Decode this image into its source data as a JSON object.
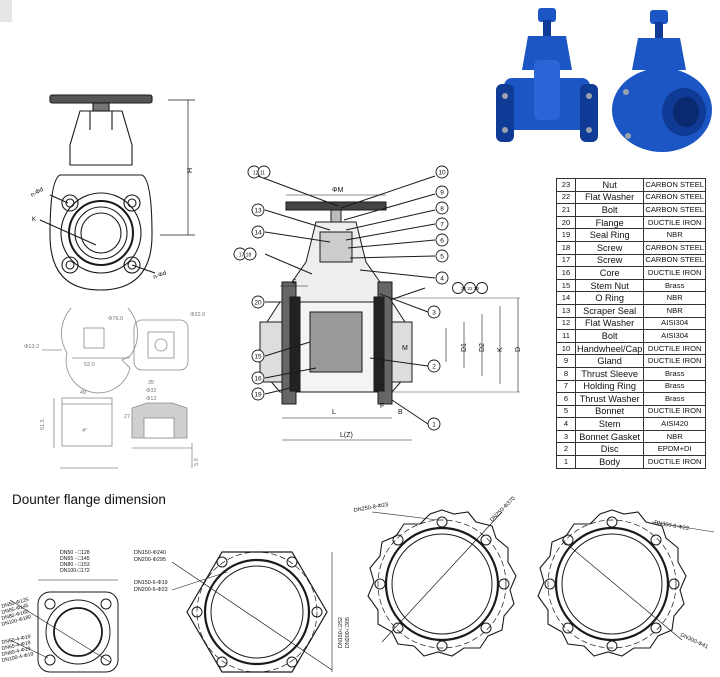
{
  "section_title": "Dounter flange dimension",
  "parts_table": {
    "rows": [
      {
        "no": "23",
        "name": "Nut",
        "material": "CARBON STEEL"
      },
      {
        "no": "22",
        "name": "Flat Washer",
        "material": "CARBON STEEL"
      },
      {
        "no": "21",
        "name": "Bolt",
        "material": "CARBON STEEL"
      },
      {
        "no": "20",
        "name": "Flange",
        "material": "DUCTILE IRON"
      },
      {
        "no": "19",
        "name": "Seal Ring",
        "material": "NBR"
      },
      {
        "no": "18",
        "name": "Screw",
        "material": "CARBON STEEL"
      },
      {
        "no": "17",
        "name": "Screw",
        "material": "CARBON STEEL"
      },
      {
        "no": "16",
        "name": "Core",
        "material": "DUCTILE IRON"
      },
      {
        "no": "15",
        "name": "Stem Nut",
        "material": "Brass"
      },
      {
        "no": "14",
        "name": "O Ring",
        "material": "NBR"
      },
      {
        "no": "13",
        "name": "Scraper Seal",
        "material": "NBR"
      },
      {
        "no": "12",
        "name": "Flat Washer",
        "material": "AISI304"
      },
      {
        "no": "11",
        "name": "Bolt",
        "material": "AISI304"
      },
      {
        "no": "10",
        "name": "Handwheel/Cap",
        "material": "DUCTILE IRON"
      },
      {
        "no": "9",
        "name": "Gland",
        "material": "DUCTILE IRON"
      },
      {
        "no": "8",
        "name": "Thrust Sleeve",
        "material": "Brass"
      },
      {
        "no": "7",
        "name": "Holding Ring",
        "material": "Brass"
      },
      {
        "no": "6",
        "name": "Thrust Washer",
        "material": "Brass"
      },
      {
        "no": "5",
        "name": "Bonnet",
        "material": "DUCTILE IRON"
      },
      {
        "no": "4",
        "name": "Stem",
        "material": "AISI420"
      },
      {
        "no": "3",
        "name": "Bonnet Gasket",
        "material": "NBR"
      },
      {
        "no": "2",
        "name": "Disc",
        "material": "EPDM+DI"
      },
      {
        "no": "1",
        "name": "Body",
        "material": "DUCTILE IRON"
      }
    ]
  },
  "drawing_labels": {
    "height_h": "H",
    "nd_top": "n-Φd",
    "nd_bottom": "n-Φd",
    "k_label": "K",
    "dia_760": "Φ76.0",
    "dia_320": "Φ32.0",
    "dia_132": "Φ13.2",
    "dim_520": "52.0",
    "dim_49": "49",
    "dim_35": "35",
    "dim_32": "Φ32",
    "dim_12": "Φ12",
    "dim_515": "51.5",
    "dim_50": "5.0",
    "dim_4": "4°",
    "dim_27": "27",
    "phi_m": "ΦM",
    "dim_s": "S",
    "dim_b": "B",
    "dim_f": "F",
    "dim_l": "L",
    "dim_l1": "L(Z)",
    "dim_d": "D",
    "dim_k": "K",
    "dim_d2": "D2",
    "dim_d1": "D1",
    "dim_m": "M",
    "callouts": {
      "c10": "10",
      "c9": "9",
      "c8": "8",
      "c7": "7",
      "c6": "6",
      "c5": "5",
      "c4": "4",
      "c3": "3",
      "c2": "2",
      "c1": "1",
      "c12_11": "12 11",
      "c13": "13",
      "c14": "14",
      "c17_18": "17 18",
      "c20": "20",
      "c15": "15",
      "c16": "16",
      "c19": "19",
      "c21_22_23": "21 22 23"
    },
    "flange1_lines": [
      "DN50 - □128",
      "DN65 - □145",
      "DN80 - □153",
      "DN100-□172"
    ],
    "flange1_holes": [
      "DN50-4-Φ19",
      "DN65-4-Φ19",
      "DN80-4-Φ19",
      "DN100-4-Φ19"
    ],
    "flange1_pcd": [
      "DN50-Φ125",
      "DN65-Φ145",
      "DN80-Φ160",
      "DN100-Φ180"
    ],
    "flange2_pcd": [
      "DN150-Φ240",
      "DN200-Φ295"
    ],
    "flange2_holes": [
      "DN150-6-Φ19",
      "DN200-6-Φ23"
    ],
    "flange2_side": [
      "DN150-□252",
      "DN200-□305"
    ],
    "flange3_top": "DN250-8-Φ23",
    "flange3_pcd": "DN250-Φ370",
    "flange4_top": "DN300-8-Φ23",
    "flange4_pcd": "DN300-Φ41"
  },
  "colors": {
    "line": "#1a1a1a",
    "light_line": "#8a8a8a",
    "valve_blue": "#1c56c4",
    "valve_blue_dark": "#0f3a96",
    "steel": "#9aa3ad"
  },
  "icons": {
    "photo": "gate-valve-photo",
    "drawing": "valve-cross-section"
  }
}
